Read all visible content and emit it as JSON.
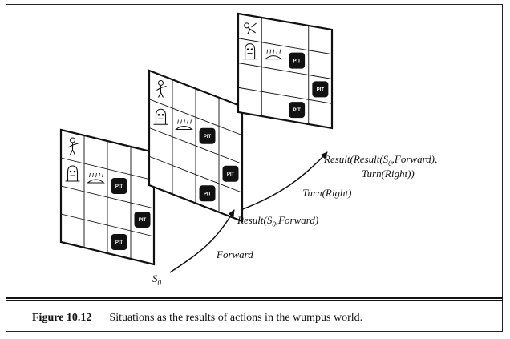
{
  "figure": {
    "number": "Figure 10.12",
    "text": "Situations as the results of actions in the wumpus world."
  },
  "labels": {
    "s0": "S",
    "s0_sub": "0",
    "forward": "Forward",
    "result1_pre": "Result(S",
    "result1_sub": "0",
    "result1_post": ",Forward)",
    "turn_right": "Turn(Right)",
    "result2_line1_pre": "Result(Result(S",
    "result2_line1_sub": "0",
    "result2_line1_post": ",Forward),",
    "result2_line2": "Turn(Right))"
  },
  "pit_label": "PIT",
  "grid_size": 4,
  "boards": [
    {
      "name": "S0",
      "pits": [
        [
          3,
          2
        ],
        [
          2,
          1
        ],
        [
          2,
          3
        ]
      ],
      "wumpus": [
        0,
        1
      ],
      "gold": [
        1,
        1
      ],
      "agent": [
        0,
        0
      ],
      "facing": "right"
    },
    {
      "name": "after-forward",
      "pits": [
        [
          3,
          2
        ],
        [
          2,
          1
        ],
        [
          2,
          3
        ]
      ],
      "wumpus": [
        0,
        1
      ],
      "gold": [
        1,
        1
      ],
      "agent": [
        0,
        0
      ],
      "facing": "right"
    },
    {
      "name": "after-turn",
      "pits": [
        [
          3,
          2
        ],
        [
          2,
          1
        ],
        [
          2,
          3
        ]
      ],
      "wumpus": [
        0,
        1
      ],
      "gold": [
        1,
        1
      ],
      "agent": [
        0,
        0
      ],
      "facing": "up"
    }
  ],
  "colors": {
    "line": "#111111",
    "pit": "#111111"
  }
}
